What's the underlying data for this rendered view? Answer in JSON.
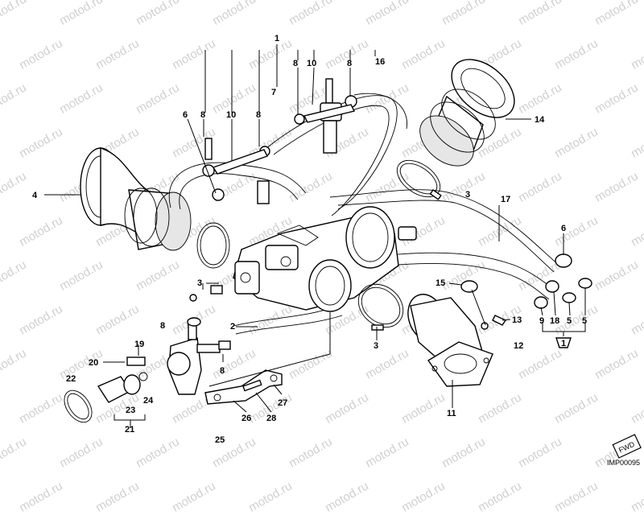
{
  "watermark": {
    "text": "motod.ru"
  },
  "labels": {
    "l1": "1",
    "l2": "2",
    "l3a": "3",
    "l3b": "3",
    "l3c": "3",
    "l4": "4",
    "l5a": "5",
    "l5b": "5",
    "l6a": "6",
    "l6b": "6",
    "l7": "7",
    "l8a": "8",
    "l8b": "8",
    "l8c": "8",
    "l8d": "8",
    "l8e": "8",
    "l8f": "8",
    "l9": "9",
    "l10a": "10",
    "l10b": "10",
    "l11": "11",
    "l12": "12",
    "l13": "13",
    "l14": "14",
    "l15": "15",
    "l16": "16",
    "l17": "17",
    "l18": "18",
    "l19": "19",
    "l20": "20",
    "l21": "21",
    "l22": "22",
    "l23": "23",
    "l24": "24",
    "l25": "25",
    "l26": "26",
    "l27": "27",
    "l28": "28",
    "lring": "1"
  },
  "fwd": "FWD",
  "image_code": "IMP00095"
}
